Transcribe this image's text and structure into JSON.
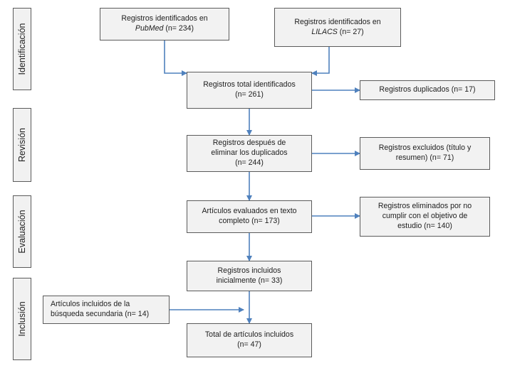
{
  "colors": {
    "line": "#4f81bd",
    "box_border": "#5b5b5b",
    "box_fill": "#f2f2f2"
  },
  "phases": {
    "identificacion": "Identificación",
    "revision": "Revisión",
    "evaluacion": "Evaluación",
    "inclusion": "Inclusión"
  },
  "boxes": {
    "pubmed": {
      "line1": "Registros identificados en",
      "source": "PubMed",
      "count": " (n= 234)"
    },
    "lilacs": {
      "line1": "Registros identificados en",
      "source": "LILACS",
      "count": " (n= 27)"
    },
    "total_identified": {
      "line1": "Registros total identificados",
      "line2": "(n= 261)"
    },
    "duplicates": {
      "line1": "Registros duplicados (n= 17)"
    },
    "after_dedup": {
      "line1": "Registros después de",
      "line2": "eliminar los duplicados",
      "line3": "(n= 244)"
    },
    "excluded": {
      "line1": "Registros excluidos (título y",
      "line2": "resumen)  (n= 71)"
    },
    "full_text": {
      "line1": "Artículos evaluados en texto",
      "line2": "completo (n= 173)"
    },
    "removed": {
      "line1": "Registros eliminados por no",
      "line2": "cumplir con el objetivo de",
      "line3": "estudio (n= 140)"
    },
    "initial_included": {
      "line1": "Registros incluidos",
      "line2": "inicialmente (n= 33)"
    },
    "secondary": {
      "line1": "Artículos incluidos de la",
      "line2": "búsqueda secundaria (n= 14)"
    },
    "total_included": {
      "line1": "Total de artículos incluidos",
      "line2": "(n= 47)"
    }
  }
}
